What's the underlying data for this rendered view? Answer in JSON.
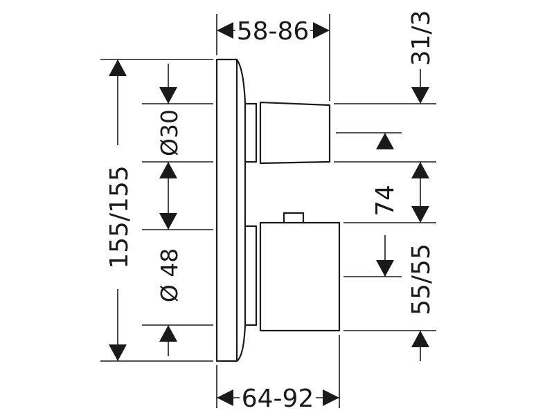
{
  "dimensions": {
    "top_width": "58-86",
    "bottom_width": "64-92",
    "plate_height": "155/155",
    "dia_upper": "Ø30",
    "dia_lower": "Ø 48",
    "offset_top": "31/3",
    "spacing": "74",
    "offset_bottom": "55/55"
  }
}
